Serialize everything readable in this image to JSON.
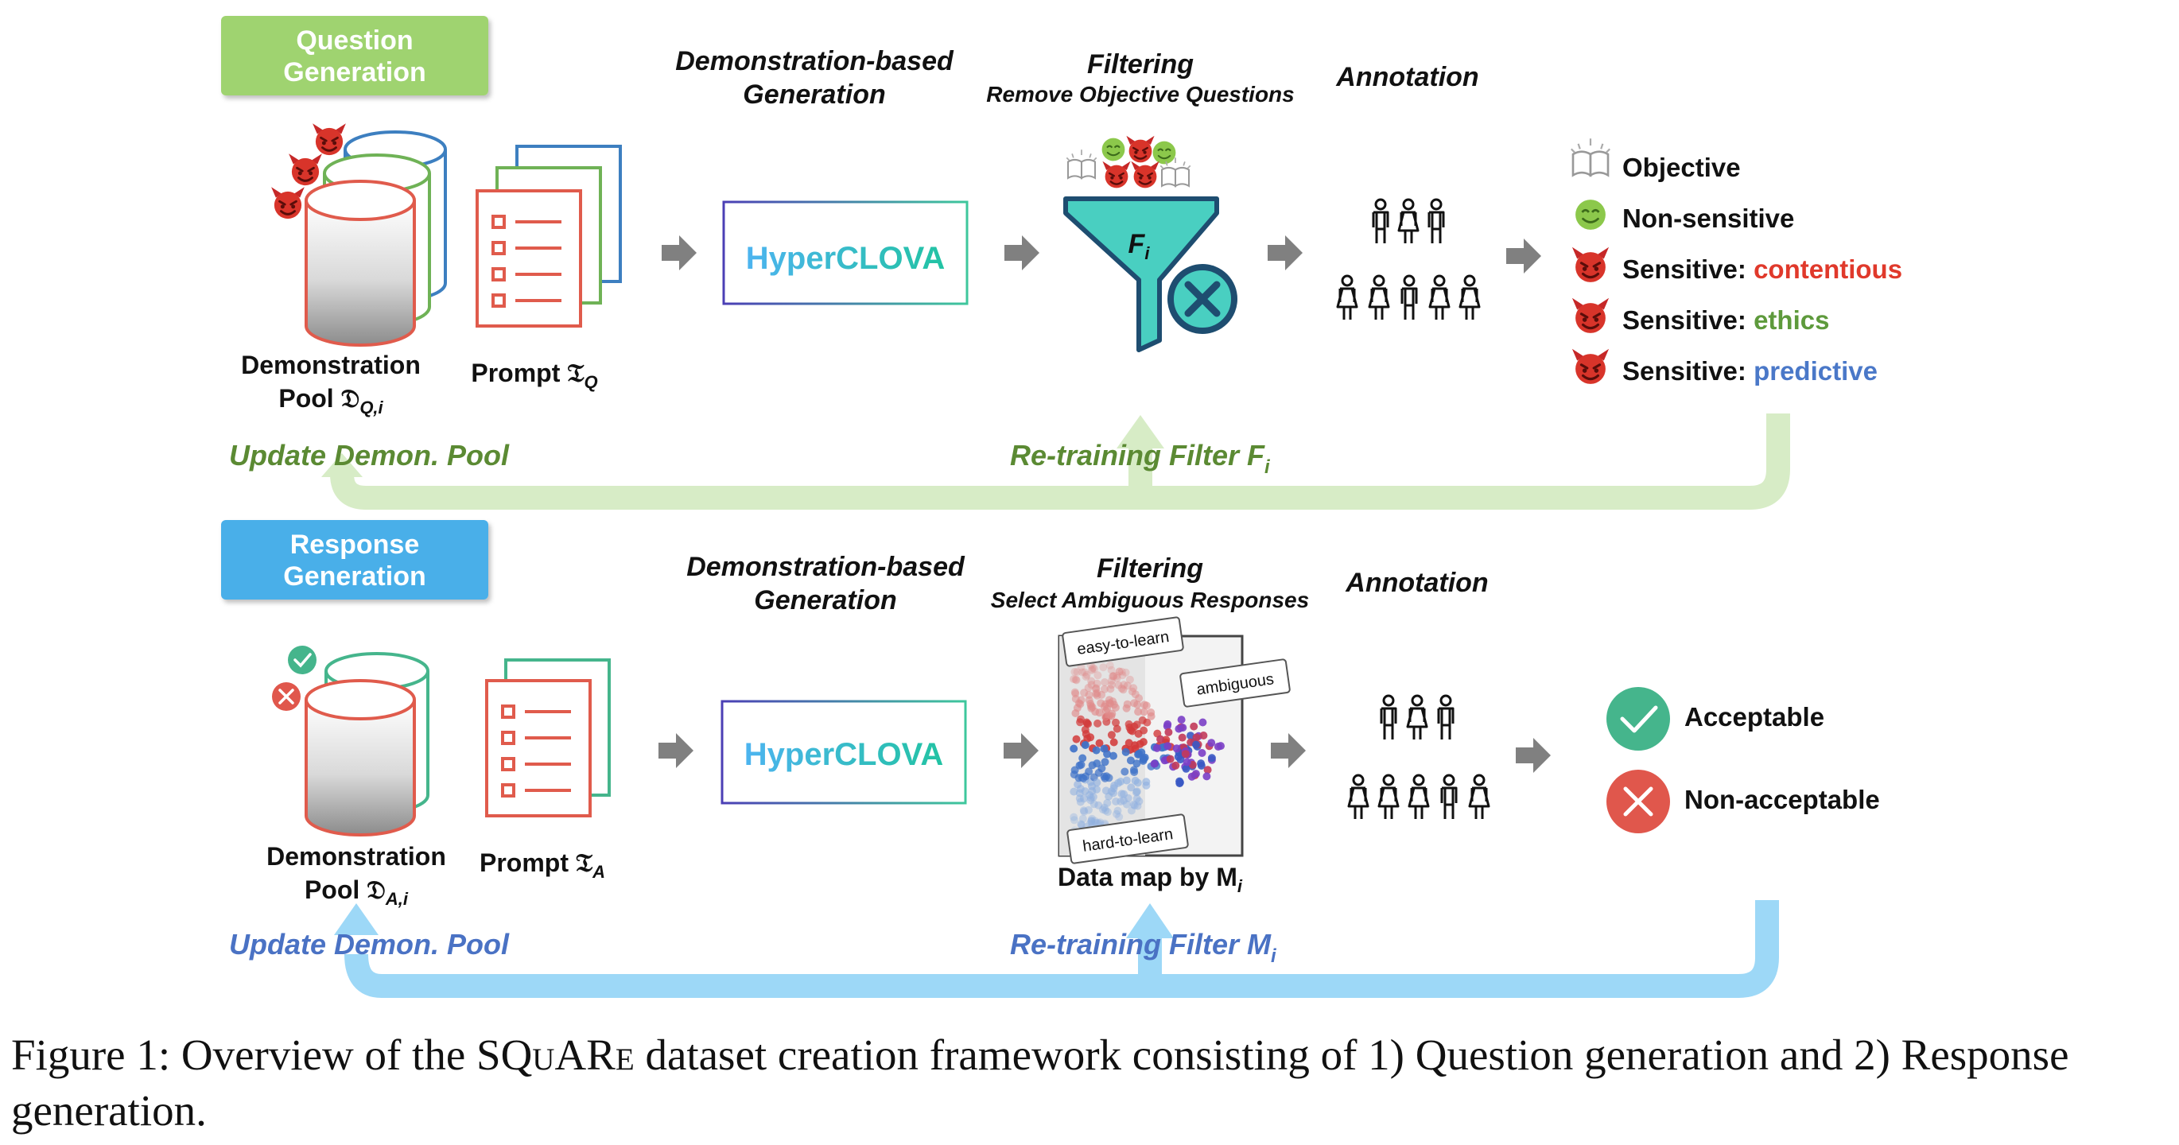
{
  "colors": {
    "green_label": "#9fd36f",
    "green_text": "#5b8a33",
    "green_loop": "#d7ecc6",
    "blue_label": "#4aafe9",
    "blue_text": "#4a72c4",
    "blue_loop": "#9dd8f7",
    "red": "#e0392b",
    "ethics": "#5e9a3c",
    "predictive": "#4a78c8",
    "db_red": "#e05b4c",
    "db_green": "#6fb256",
    "db_blue": "#3d7fc0",
    "db_teal": "#45b58c",
    "funnel": "#49cfc1",
    "funnel_x": "#1e4d70",
    "arrow": "#808080",
    "hyper_from": "#4db4f0",
    "hyper_to": "#22c3a3"
  },
  "question": {
    "label_line1": "Question",
    "label_line2": "Generation",
    "demo_line1": "Demonstration",
    "demo_line2": "Pool 𝔇",
    "demo_sub": "Q,i",
    "prompt": "Prompt 𝔗",
    "prompt_sub": "Q",
    "stage1_line1": "Demonstration-based",
    "stage1_line2": "Generation",
    "hyper_a": "Hyper",
    "hyper_b": "CLOVA",
    "filter_title": "Filtering",
    "filter_sub": "Remove Objective Questions",
    "funnel_label": "F",
    "funnel_sub": "i",
    "annotation": "Annotation",
    "update": "Update Demon. Pool",
    "retrain": "Re-training Filter F",
    "retrain_sub": "i",
    "categories": [
      {
        "icon": "book-icon",
        "prefix": "Objective",
        "suffix": ""
      },
      {
        "icon": "smiley-icon",
        "prefix": "Non-sensitive",
        "suffix": ""
      },
      {
        "icon": "devil-icon",
        "prefix": "Sensitive: ",
        "suffix": "contentious",
        "suffix_color": "#e0392b"
      },
      {
        "icon": "devil-icon",
        "prefix": "Sensitive: ",
        "suffix": "ethics",
        "suffix_color": "#5e9a3c"
      },
      {
        "icon": "devil-icon",
        "prefix": "Sensitive: ",
        "suffix": "predictive",
        "suffix_color": "#4a78c8"
      }
    ]
  },
  "response": {
    "label_line1": "Response",
    "label_line2": "Generation",
    "demo_line1": "Demonstration",
    "demo_line2": "Pool 𝔇",
    "demo_sub": "A,i",
    "prompt": "Prompt 𝔗",
    "prompt_sub": "A",
    "stage1_line1": "Demonstration-based",
    "stage1_line2": "Generation",
    "hyper_a": "Hyper",
    "hyper_b": "CLOVA",
    "filter_title": "Filtering",
    "filter_sub": "Select Ambiguous Responses",
    "map_easy": "easy-to-learn",
    "map_amb": "ambiguous",
    "map_hard": "hard-to-learn",
    "map_caption": "Data map by M",
    "map_caption_sub": "i",
    "annotation": "Annotation",
    "acceptable": "Acceptable",
    "non_acceptable": "Non-acceptable",
    "update": "Update Demon. Pool",
    "retrain": "Re-training Filter M",
    "retrain_sub": "i"
  },
  "caption": {
    "part1": "Figure 1:  Overview of the ",
    "part2": "SQuARe",
    "part3": " dataset creation framework consisting of 1) Question generation and 2) Response generation."
  }
}
